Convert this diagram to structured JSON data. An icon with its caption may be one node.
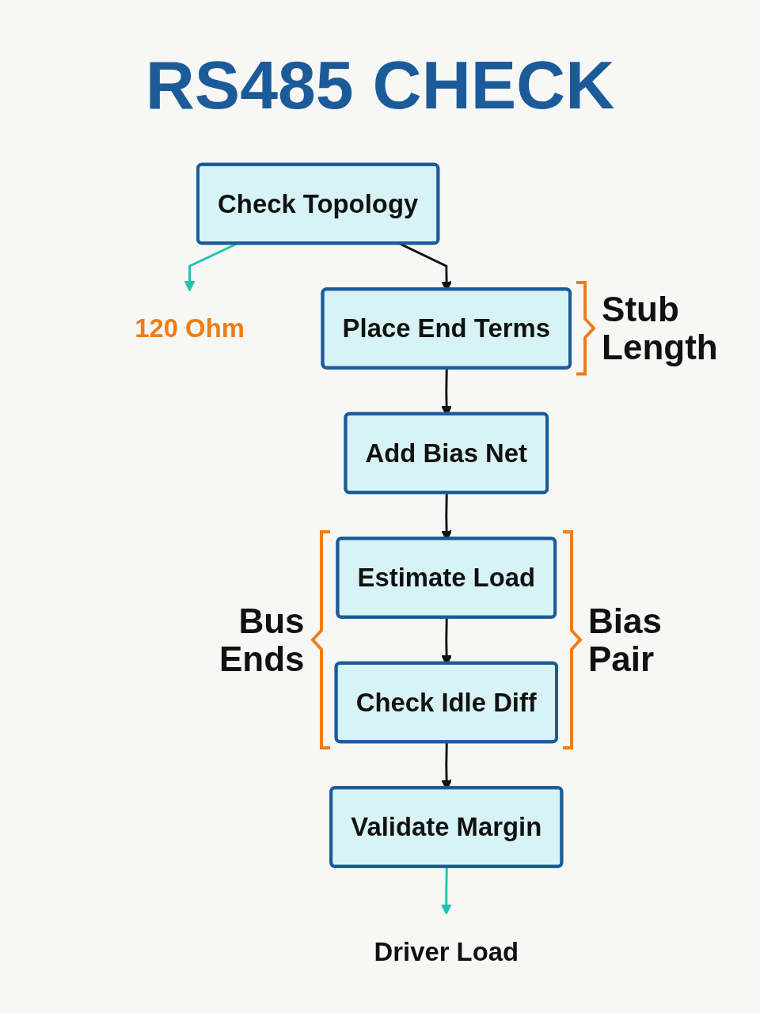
{
  "diagram": {
    "title": "RS485 CHECK",
    "nodes": [
      {
        "text": [
          "Check Topology"
        ]
      },
      {
        "text": [
          "120 Ohm"
        ]
      },
      {
        "text": [
          "Place End Terms"
        ]
      },
      {
        "text": [
          "Add Bias Net"
        ]
      },
      {
        "text": [
          "Estimate Load"
        ]
      },
      {
        "text": [
          "Check Idle Diff"
        ]
      },
      {
        "text": [
          "Validate Margin"
        ]
      },
      {
        "text": [
          "Driver Load"
        ]
      }
    ],
    "edges": [
      {
        "from": 0,
        "to": 1,
        "arrow": "to",
        "color": "#1fc4ad"
      },
      {
        "from": 0,
        "to": 2,
        "arrow": "to"
      },
      {
        "from": 2,
        "to": 3,
        "arrow": "to"
      },
      {
        "from": 3,
        "to": 4,
        "arrow": "to"
      },
      {
        "from": 4,
        "to": 5,
        "arrow": "to"
      },
      {
        "from": 5,
        "to": 6,
        "arrow": "to"
      },
      {
        "from": 6,
        "to": 7,
        "arrow": "to",
        "color": "#1fc4ad"
      }
    ],
    "labels": [
      "Stub Length",
      "Bus Ends",
      "Bias Pair"
    ]
  }
}
